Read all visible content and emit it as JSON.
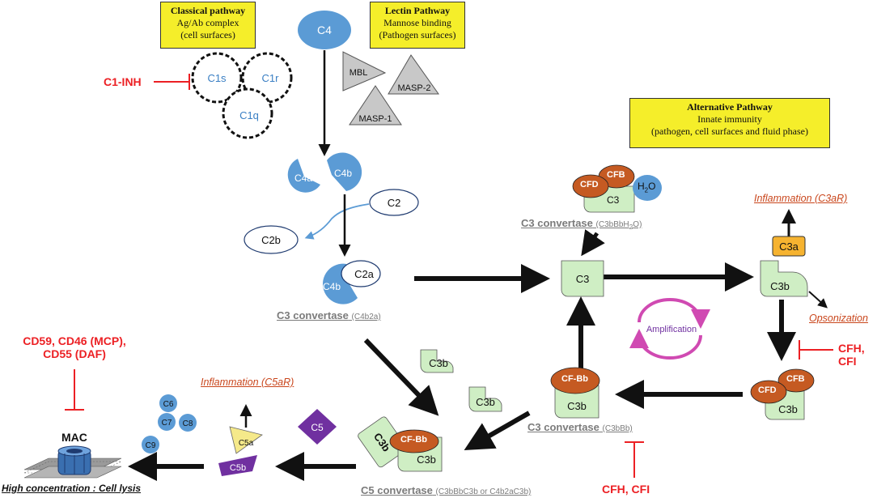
{
  "pathways": {
    "classical": {
      "title": "Classical pathway",
      "lines": [
        "Ag/Ab complex",
        "(cell surfaces)"
      ]
    },
    "lectin": {
      "title": "Lectin Pathway",
      "lines": [
        "Mannose binding",
        "(Pathogen surfaces)"
      ]
    },
    "alternative": {
      "title": "Alternative Pathway",
      "lines": [
        "Innate immunity",
        "(pathogen, cell surfaces and fluid phase)"
      ]
    }
  },
  "components": {
    "c4": "C4",
    "c1s": "C1s",
    "c1r": "C1r",
    "c1q": "C1q",
    "mbl": "MBL",
    "masp2": "MASP-2",
    "masp1": "MASP-1",
    "c4a": "C4a",
    "c4b": "C4b",
    "c2": "C2",
    "c2b": "C2b",
    "c2a": "C2a",
    "c3": "C3",
    "c3b": "C3b",
    "c3a": "C3a",
    "cfd": "CFD",
    "cfb": "CFB",
    "h2o": "H",
    "h2o_sub": "2",
    "h2o_end": "O",
    "cfbb": "CF-Bb",
    "c5": "C5",
    "c5a": "C5a",
    "c5b": "C5b",
    "c6": "C6",
    "c7": "C7",
    "c8": "C8",
    "c9": "C9",
    "mac": "MAC",
    "amplification": "Amplification"
  },
  "inhibitors": {
    "c1inh": "C1-INH",
    "membrane": [
      "CD59, CD46 (MCP),",
      "CD55 (DAF)"
    ],
    "cfh_cfi_right": [
      "CFH,",
      "CFI"
    ],
    "cfh_cfi_bottom": "CFH, CFI"
  },
  "outcomes": {
    "inflammation_c3ar": "Inflammation (C3aR)",
    "opsonization": "Opsonization",
    "inflammation_c5ar": "Inflammation (C5aR)",
    "cell_lysis": "High concentration : Cell lysis"
  },
  "convertases": {
    "c3_classical": {
      "name": "C3 convertase",
      "formula": "(C4b2a)"
    },
    "c3_h2o": {
      "name": "C3 convertase",
      "formula": "(C3bBbH",
      "formula_sub": "2",
      "formula_end": "O)"
    },
    "c3_alt": {
      "name": "C3 convertase",
      "formula": "(C3bBb)"
    },
    "c5": {
      "name": "C5 convertase",
      "formula": "(C3bBbC3b or C4b2aC3b)"
    }
  },
  "colors": {
    "blue": "#5b9bd5",
    "green": "#cfeec4",
    "brown": "#c55a22",
    "purple": "#7030a0",
    "yellow": "#f5ee2a",
    "red": "#ec2024",
    "orange_box": "#f6b330",
    "grey_shape": "#c8c8c8"
  }
}
